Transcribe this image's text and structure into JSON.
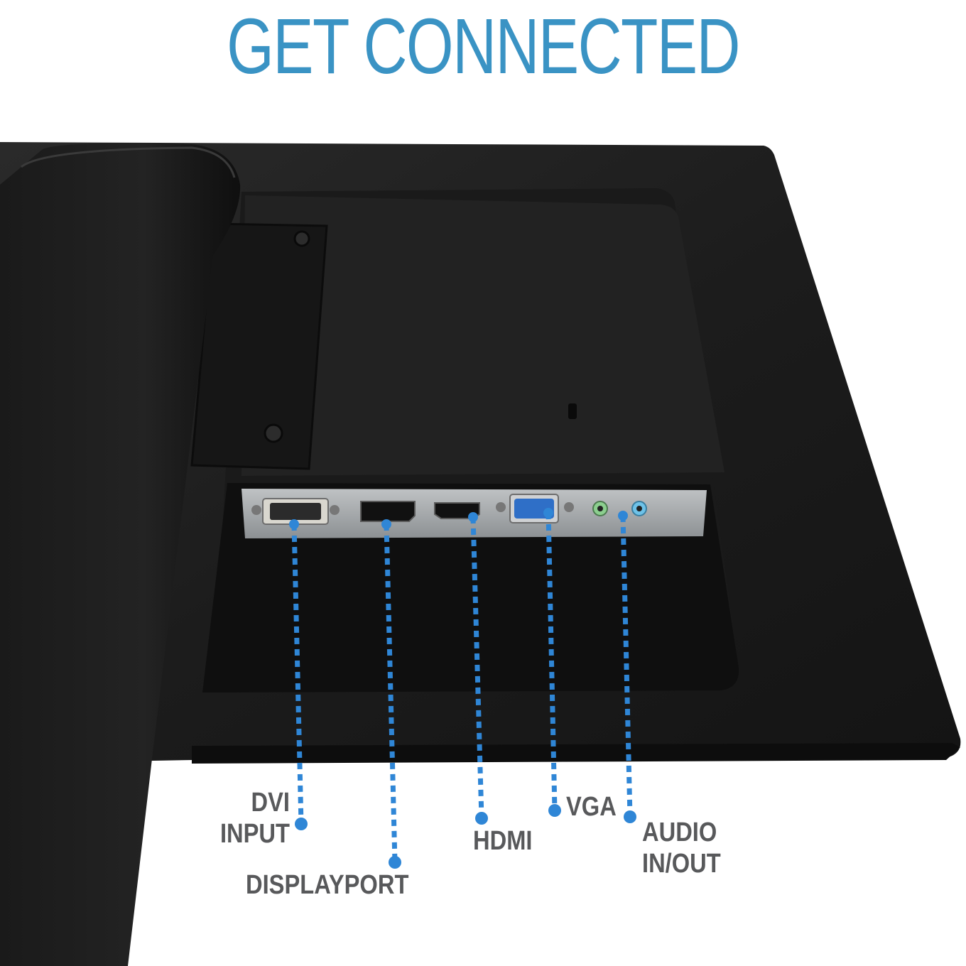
{
  "header": {
    "title": "GET CONNECTED"
  },
  "colors": {
    "accent": "#3a93c4",
    "leader_blue": "#2f86d6",
    "label_gray": "#58595b",
    "monitor_black": "#1e1e1e"
  },
  "ports": [
    {
      "id": "dvi",
      "label_lines": [
        "DVI",
        "INPUT"
      ]
    },
    {
      "id": "displayport",
      "label_lines": [
        "DISPLAYPORT"
      ]
    },
    {
      "id": "hdmi",
      "label_lines": [
        "HDMI"
      ]
    },
    {
      "id": "vga",
      "label_lines": [
        "VGA"
      ]
    },
    {
      "id": "audio",
      "label_lines": [
        "AUDIO",
        "IN/OUT"
      ]
    }
  ]
}
